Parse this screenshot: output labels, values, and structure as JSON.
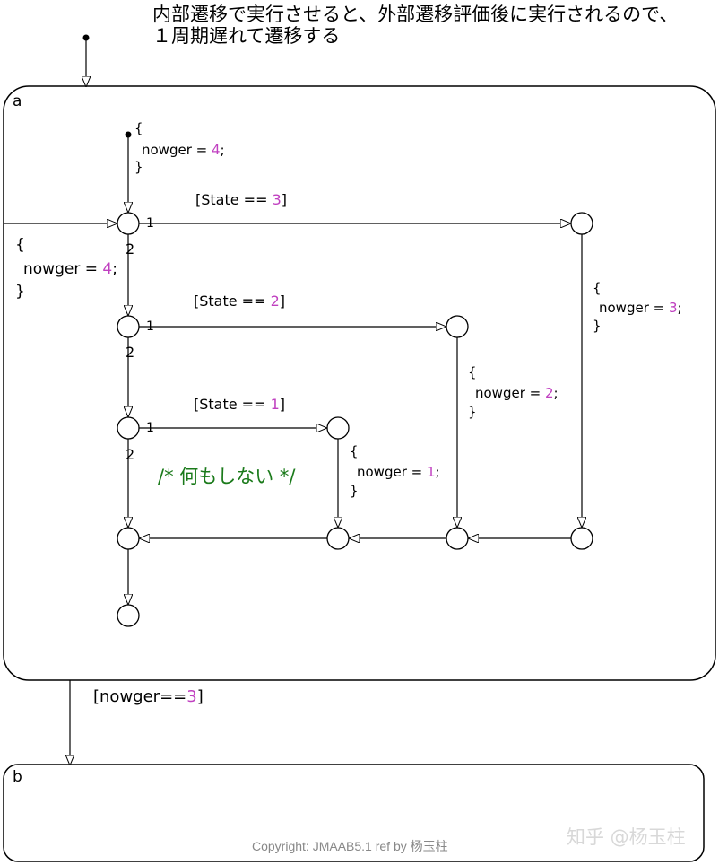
{
  "note": {
    "line1": "内部遷移で実行させると、外部遷移評価後に実行されるので、",
    "line2": "１周期遅れて遷移する"
  },
  "states": {
    "a": {
      "name": "a"
    },
    "b": {
      "name": "b"
    }
  },
  "actions": {
    "default_entry": {
      "open": "{",
      "body": "nowger = ",
      "value": "4",
      "tail": ";",
      "close": "}"
    },
    "outer_entry": {
      "open": "{",
      "body": "nowger = ",
      "value": "4",
      "tail": ";",
      "close": "}"
    },
    "case3": {
      "open": "{",
      "body": "nowger = ",
      "value": "3",
      "tail": ";",
      "close": "}"
    },
    "case2": {
      "open": "{",
      "body": "nowger = ",
      "value": "2",
      "tail": ";",
      "close": "}"
    },
    "case1": {
      "open": "{",
      "body": "nowger = ",
      "value": "1",
      "tail": ";",
      "close": "}"
    }
  },
  "conditions": {
    "state3": {
      "prefix": "[State == ",
      "value": "3",
      "suffix": "]"
    },
    "state2": {
      "prefix": "[State == ",
      "value": "2",
      "suffix": "]"
    },
    "state1": {
      "prefix": "[State == ",
      "value": "1",
      "suffix": "]"
    },
    "exit": {
      "prefix": "[nowger==",
      "value": "3",
      "suffix": "]"
    }
  },
  "priorities": {
    "j1_first": "1",
    "j1_second": "2",
    "j2_first": "1",
    "j2_second": "2",
    "j3_first": "1",
    "j3_second": "2"
  },
  "comment": "/* 何もしない */",
  "copyright": "Copyright:  JMAAB5.1  ref by 杨玉柱",
  "watermark": "知乎 @杨玉柱",
  "colors": {
    "number": "#c040c0",
    "comment": "#1a7a1a"
  }
}
